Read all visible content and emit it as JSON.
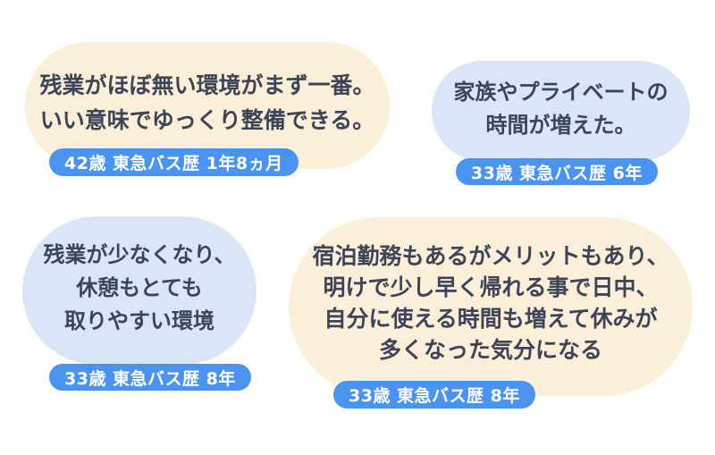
{
  "colors": {
    "bubble_cream": "#FCEFD9",
    "bubble_light_blue": "#DBE5F8",
    "badge_blue": "#4A93EE",
    "quote_text": "#3C4557",
    "badge_text": "#FFFFFF",
    "page_background": "#FFFFFF"
  },
  "testimonials": [
    {
      "style": "cream",
      "quote_lines": [
        "残業がほぼ無い環境がまず一番。",
        "いい意味でゆっくり整備できる。"
      ],
      "badge": "42歳 東急バス歴 1年8ヵ月"
    },
    {
      "style": "blue",
      "quote_lines": [
        "家族やプライベートの",
        "時間が増えた。"
      ],
      "badge": "33歳 東急バス歴 6年"
    },
    {
      "style": "blue",
      "quote_lines": [
        "残業が少なくなり、",
        "休憩もとても",
        "取りやすい環境"
      ],
      "badge": "33歳 東急バス歴 8年"
    },
    {
      "style": "cream",
      "quote_lines": [
        "宿泊勤務もあるがメリットもあり、",
        "明けで少し早く帰れる事で日中、",
        "自分に使える時間も増えて休みが",
        "多くなった気分になる"
      ],
      "badge": "33歳 東急バス歴 8年"
    }
  ]
}
